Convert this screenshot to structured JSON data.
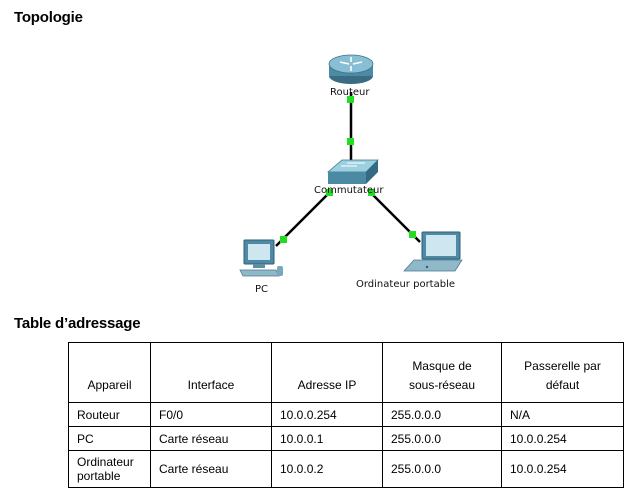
{
  "sections": {
    "topology_title": "Topologie",
    "table_title": "Table d’adressage"
  },
  "topology": {
    "devices": {
      "router": "Routeur",
      "switch": "Commutateur",
      "pc": "PC",
      "laptop": "Ordinateur portable"
    },
    "link_color": "#000000",
    "link_status_color": "#22dd22"
  },
  "table": {
    "headers": [
      "Appareil",
      "Interface",
      "Adresse IP",
      "Masque de sous-réseau",
      "Passerelle par défaut"
    ],
    "header_lines": {
      "mask": [
        "Masque de",
        "sous-réseau"
      ],
      "gateway": [
        "Passerelle par",
        "défaut"
      ]
    },
    "rows": [
      {
        "device": "Routeur",
        "interface": "F0/0",
        "ip": "10.0.0.254",
        "mask": "255.0.0.0",
        "gateway": "N/A"
      },
      {
        "device": "PC",
        "interface": "Carte réseau",
        "ip": "10.0.0.1",
        "mask": "255.0.0.0",
        "gateway": "10.0.0.254"
      },
      {
        "device_lines": [
          "Ordinateur",
          "portable"
        ],
        "device": "Ordinateur portable",
        "interface": "Carte réseau",
        "ip": "10.0.0.2",
        "mask": "255.0.0.0",
        "gateway": "10.0.0.254"
      }
    ]
  }
}
